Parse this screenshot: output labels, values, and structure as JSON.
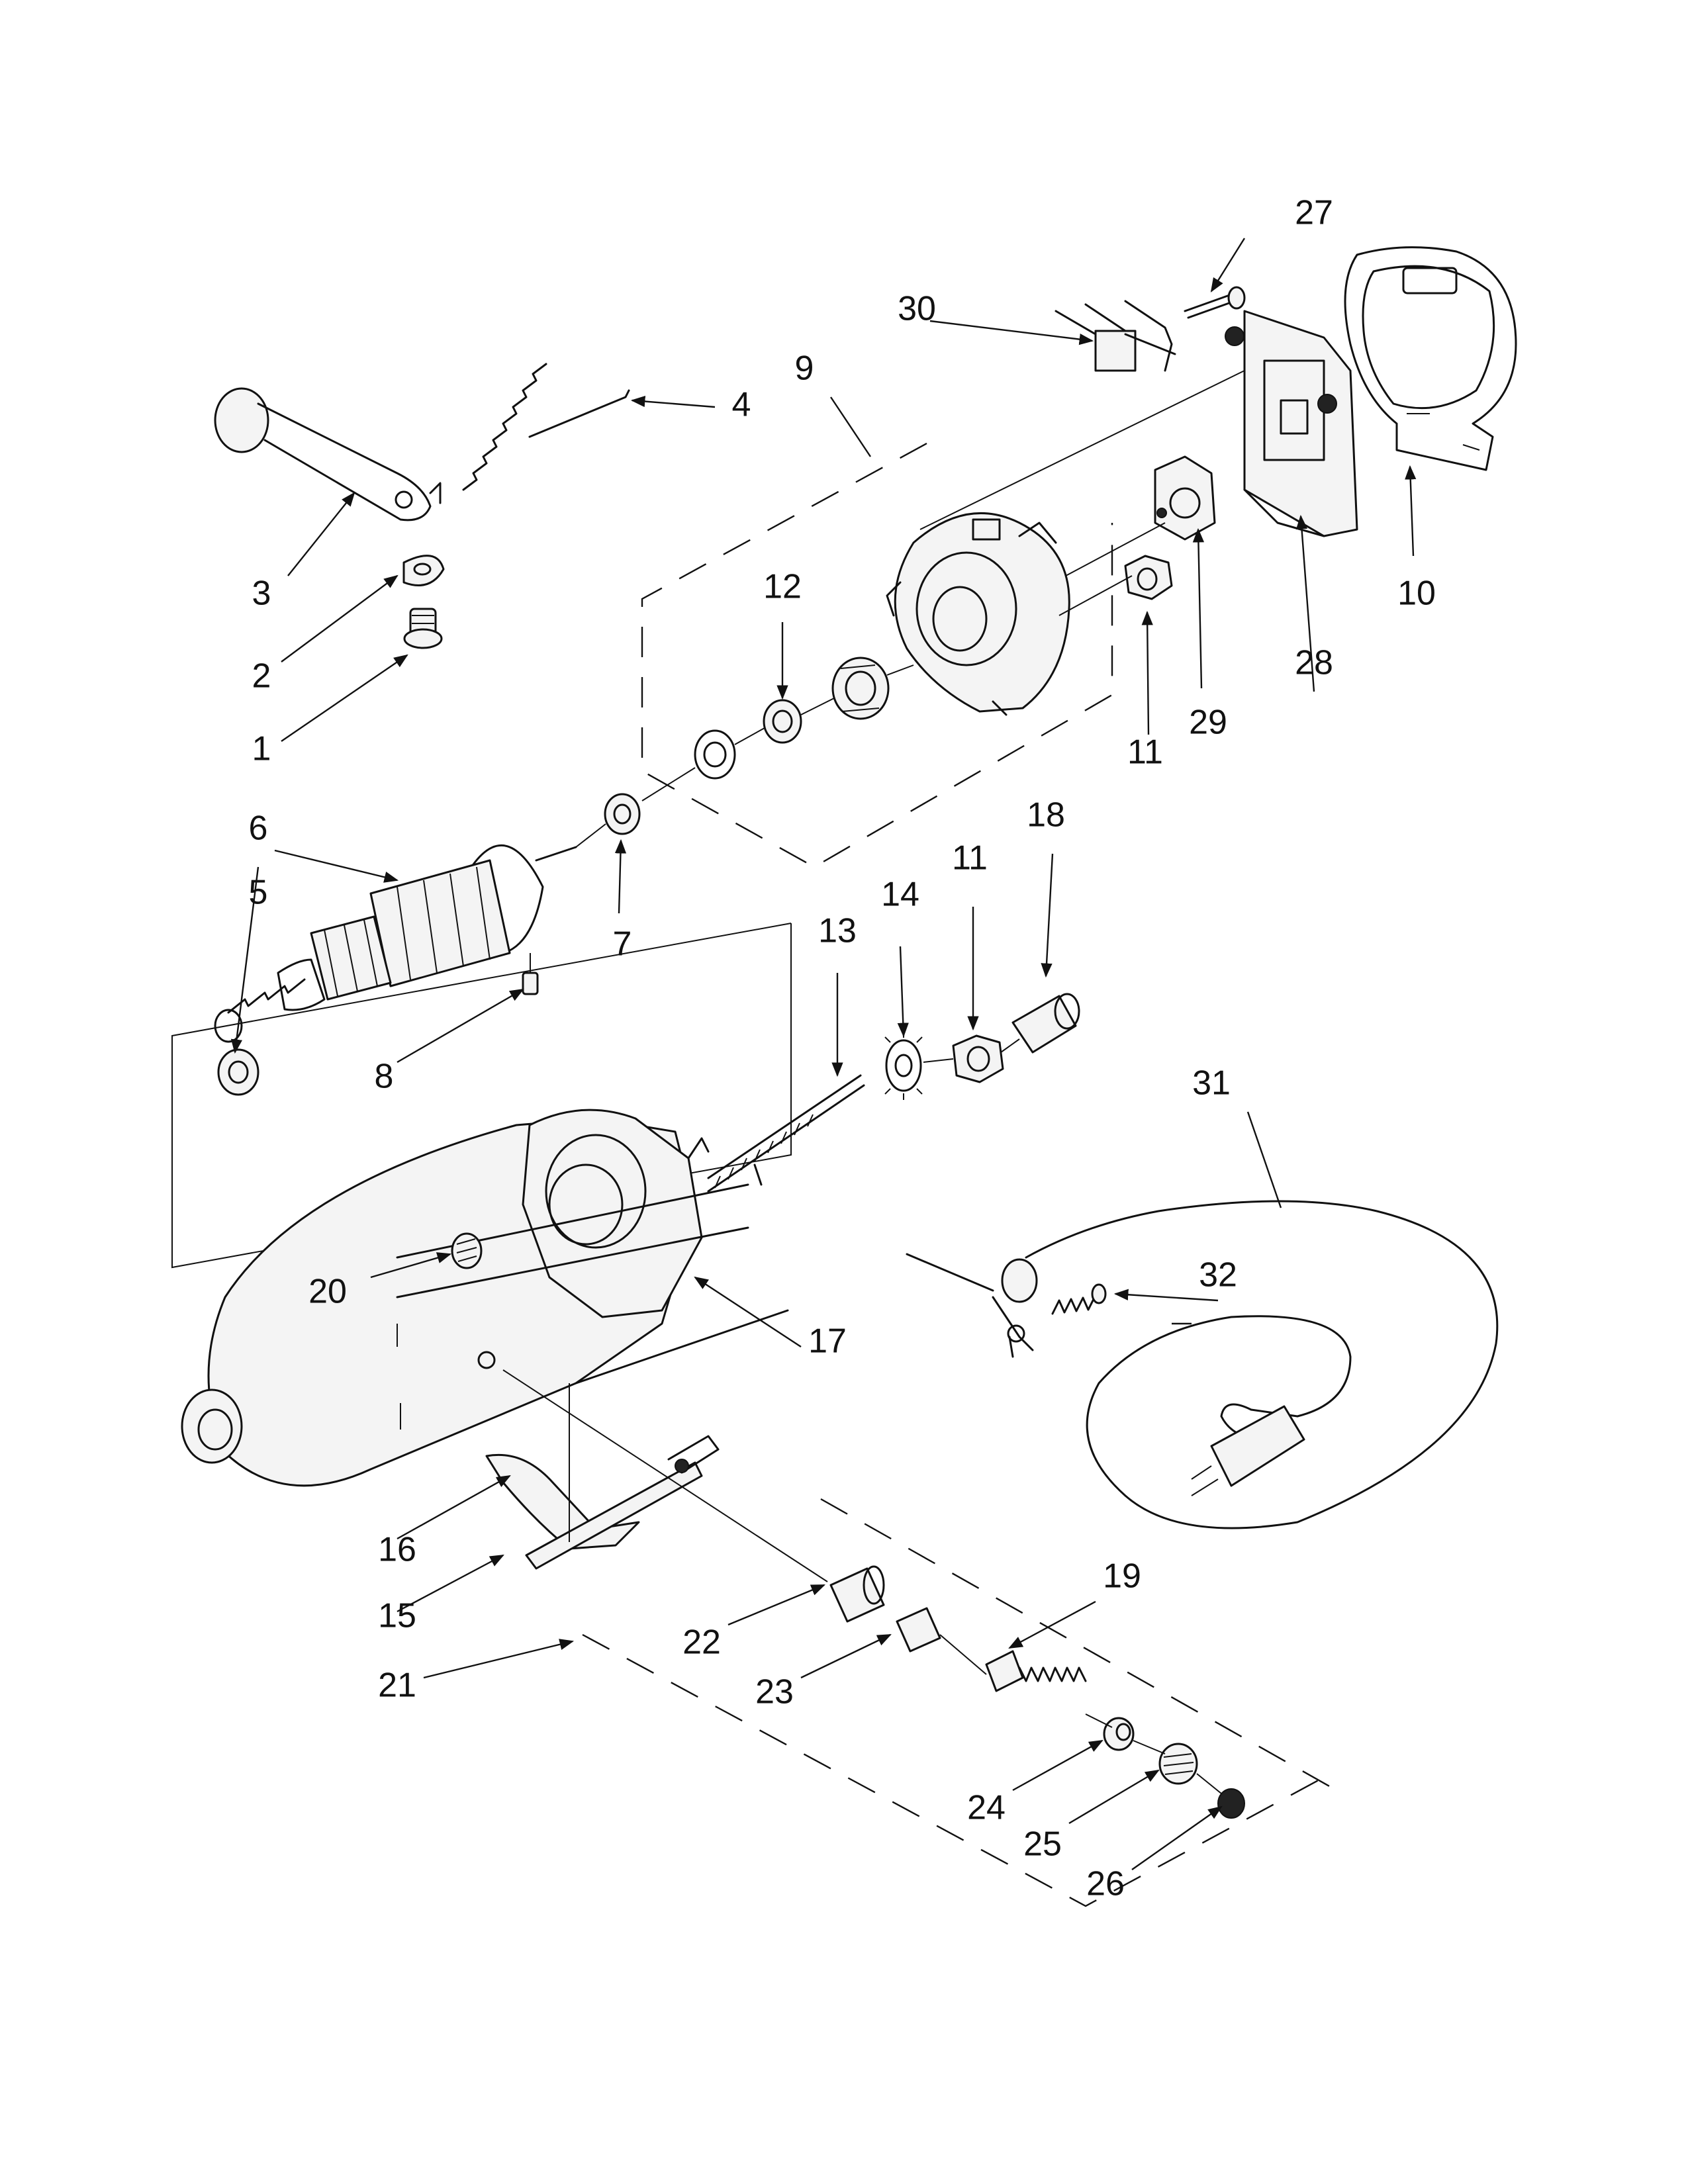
{
  "callouts": {
    "c1": "1",
    "c2": "2",
    "c3": "3",
    "c4": "4",
    "c5": "5",
    "c6": "6",
    "c7": "7",
    "c8": "8",
    "c9": "9",
    "c10": "10",
    "c11a": "11",
    "c11b": "11",
    "c12": "12",
    "c13": "13",
    "c14": "14",
    "c15": "15",
    "c16": "16",
    "c17": "17",
    "c18": "18",
    "c19": "19",
    "c20": "20",
    "c21": "21",
    "c22": "22",
    "c23": "23",
    "c24": "24",
    "c25": "25",
    "c26": "26",
    "c27": "27",
    "c28": "28",
    "c29": "29",
    "c30": "30",
    "c31": "31",
    "c32": "32"
  }
}
